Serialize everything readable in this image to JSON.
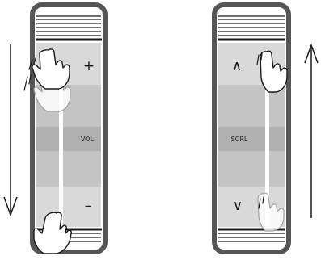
{
  "left_remote": {
    "top_label": "+",
    "center_label": "VOL",
    "bottom_label": "–",
    "gesture_direction": "down"
  },
  "right_remote": {
    "top_label": "∧",
    "center_label": "SCRL",
    "bottom_label": "∨",
    "gesture_direction": "up"
  },
  "colors": {
    "outline": "#555555",
    "segment_light": "#d9d9d9",
    "segment_mid": "#c4c4c4",
    "segment_dark": "#b0b0b0",
    "arrow": "#1a1a1a"
  }
}
